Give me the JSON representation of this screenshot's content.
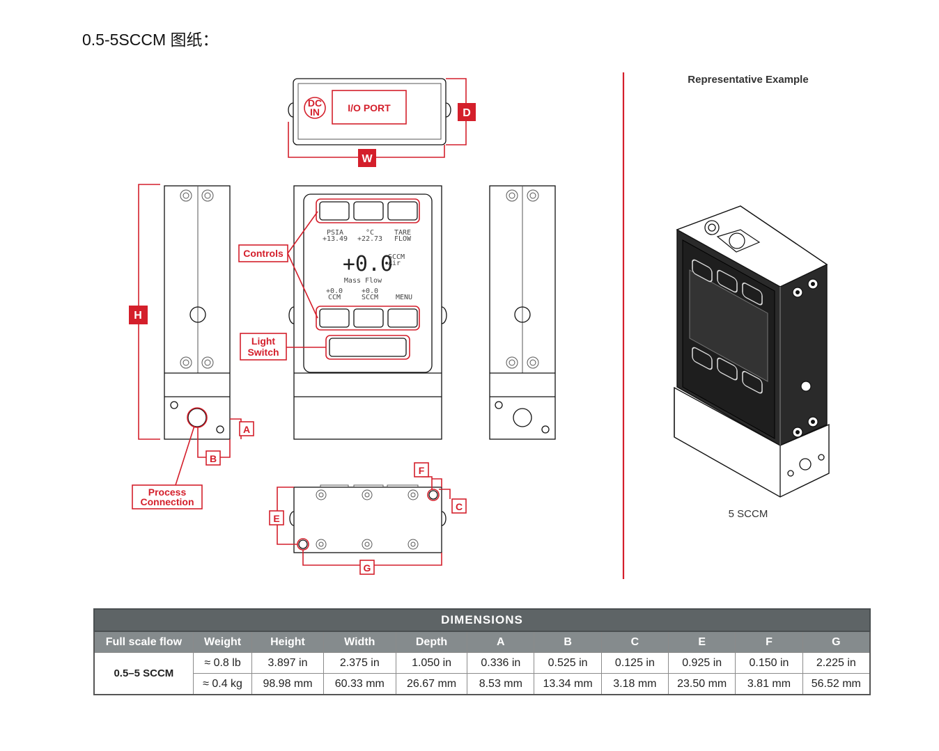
{
  "page": {
    "title": "0.5-5SCCM 图纸："
  },
  "drawing": {
    "top_view": {
      "dc_in_1": "DC",
      "dc_in_2": "IN",
      "io_port": "I/O PORT",
      "dim_d": "D",
      "dim_w": "W"
    },
    "side_view": {
      "dim_h": "H",
      "dim_a": "A",
      "dim_b": "B"
    },
    "front_view": {
      "label_controls": "Controls",
      "label_light_1": "Light",
      "label_light_2": "Switch",
      "label_process_1": "Process",
      "label_process_2": "Connection",
      "screen": {
        "psia": "PSIA",
        "psia_val": "+13.49",
        "deg_c": "°C",
        "deg_c_val": "+22.73",
        "tare_1": "TARE",
        "tare_2": "FLOW",
        "big_value": "+0.0",
        "unit_1": "SCCM",
        "unit_2": "Air",
        "mass_flow": "Mass Flow",
        "ccm_val": "+0.0",
        "ccm": "CCM",
        "sccm_val": "+0.0",
        "sccm": "SCCM",
        "menu": "MENU"
      }
    },
    "bottom_view": {
      "dim_e": "E",
      "dim_f": "F",
      "dim_c": "C",
      "dim_g": "G"
    },
    "example": {
      "heading": "Representative Example",
      "caption": "5 SCCM"
    }
  },
  "dimensions_table": {
    "caption": "DIMENSIONS",
    "headers": [
      "Full scale flow",
      "Weight",
      "Height",
      "Width",
      "Depth",
      "A",
      "B",
      "C",
      "E",
      "F",
      "G"
    ],
    "flow_label": "0.5–5 SCCM",
    "rows": [
      [
        "≈ 0.8 lb",
        "3.897 in",
        "2.375 in",
        "1.050 in",
        "0.336 in",
        "0.525 in",
        "0.125 in",
        "0.925 in",
        "0.150 in",
        "2.225 in"
      ],
      [
        "≈ 0.4 kg",
        "98.98 mm",
        "60.33 mm",
        "26.67 mm",
        "8.53 mm",
        "13.34 mm",
        "3.18 mm",
        "23.50 mm",
        "3.81 mm",
        "56.52 mm"
      ]
    ]
  },
  "colors": {
    "accent_red": "#d41f2b",
    "table_caption_bg": "#5e6466",
    "table_header_bg": "#858b8d"
  }
}
